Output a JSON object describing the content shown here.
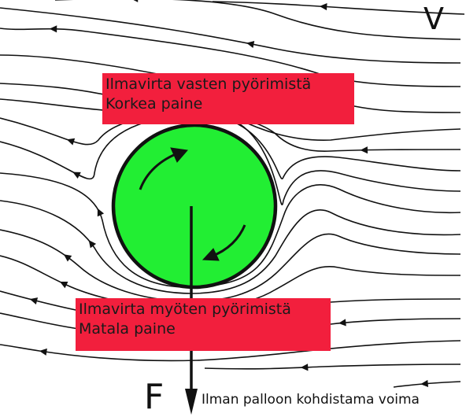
{
  "labels": {
    "velocity": "V",
    "force": "F",
    "force_caption": "Ilman palloon kohdistama voima",
    "top_box": {
      "line1": "Ilmavirta vasten pyörimistä",
      "line2": "Korkea paine"
    },
    "bottom_box": {
      "line1": "Ilmavirta myöten pyörimistä",
      "line2": "Matala paine"
    }
  },
  "colors": {
    "ball_fill": "#22ee33",
    "ball_stroke": "#111111",
    "label_box": "#f21f3d",
    "stream": "#111111"
  },
  "icons": {
    "rotation": "clockwise-arrow-icon",
    "force": "arrow-down-icon"
  }
}
